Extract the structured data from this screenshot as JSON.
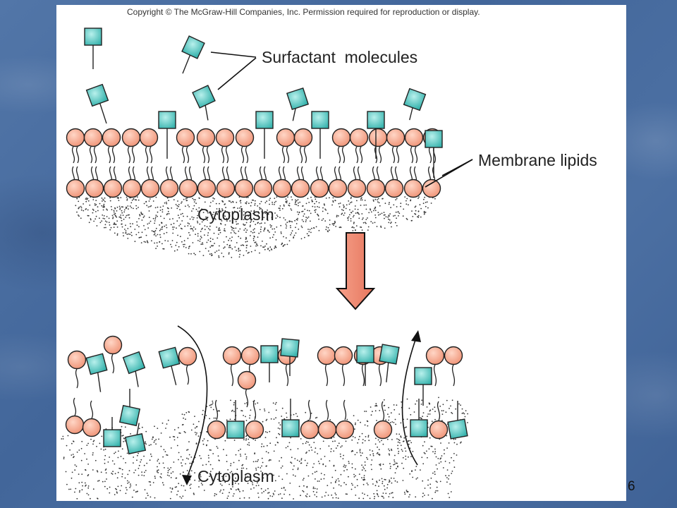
{
  "slide": {
    "number": "6"
  },
  "figure": {
    "copyright": "Copyright © The McGraw-Hill Companies, Inc. Permission required for reproduction or display.",
    "labels": {
      "surfactant": "Surfactant  molecules",
      "membrane_lipids": "Membrane lipids",
      "cytoplasm_top": "Cytoplasm",
      "cytoplasm_bottom": "Cytoplasm"
    }
  },
  "colors": {
    "lipid_head": "#f3a28a",
    "surfactant_head": "#5cc8c2",
    "outline": "#222222",
    "arrow": "#f08a74"
  }
}
